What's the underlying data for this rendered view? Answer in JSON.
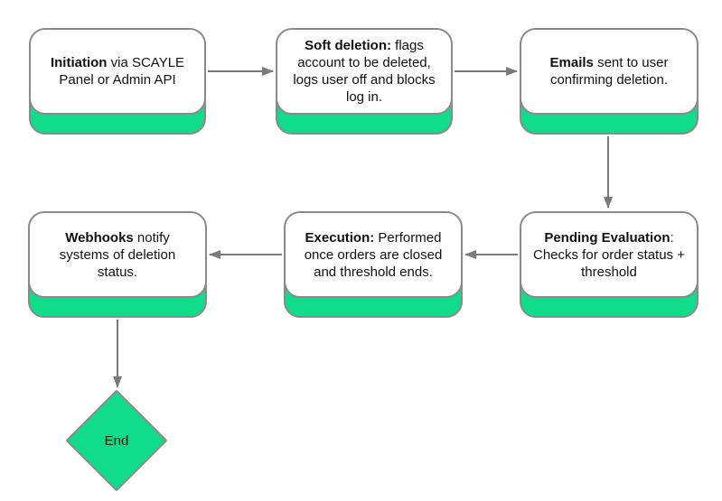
{
  "theme": {
    "canvas_bg": "#ffffff",
    "node_fill": "#ffffff",
    "accent_green": "#10dc8b",
    "border_gray": "#8a8a8a",
    "arrow_gray": "#7a7a7a",
    "text_color": "#111111"
  },
  "diagram_type": "flowchart",
  "nodes": [
    {
      "id": "initiation",
      "type": "process",
      "bold": "Initiation",
      "rest": " via SCAYLE Panel or Admin API"
    },
    {
      "id": "soft-deletion",
      "type": "process",
      "bold": "Soft deletion:",
      "rest": " flags account to be deleted, logs user off and blocks log in."
    },
    {
      "id": "emails",
      "type": "process",
      "bold": "Emails",
      "rest": " sent to user confirming deletion."
    },
    {
      "id": "pending-evaluation",
      "type": "process",
      "bold": "Pending Evaluation",
      "rest": ": Checks for order status + threshold"
    },
    {
      "id": "execution",
      "type": "process",
      "bold": "Execution:",
      "rest": " Performed once orders are closed and threshold ends."
    },
    {
      "id": "webhooks",
      "type": "process",
      "bold": "Webhooks",
      "rest": " notify systems of deletion status."
    },
    {
      "id": "end",
      "type": "terminator",
      "label": "End"
    }
  ],
  "edges": [
    {
      "from": "initiation",
      "to": "soft-deletion",
      "direction": "right"
    },
    {
      "from": "soft-deletion",
      "to": "emails",
      "direction": "right"
    },
    {
      "from": "emails",
      "to": "pending-evaluation",
      "direction": "down"
    },
    {
      "from": "pending-evaluation",
      "to": "execution",
      "direction": "left"
    },
    {
      "from": "execution",
      "to": "webhooks",
      "direction": "left"
    },
    {
      "from": "webhooks",
      "to": "end",
      "direction": "down"
    }
  ]
}
